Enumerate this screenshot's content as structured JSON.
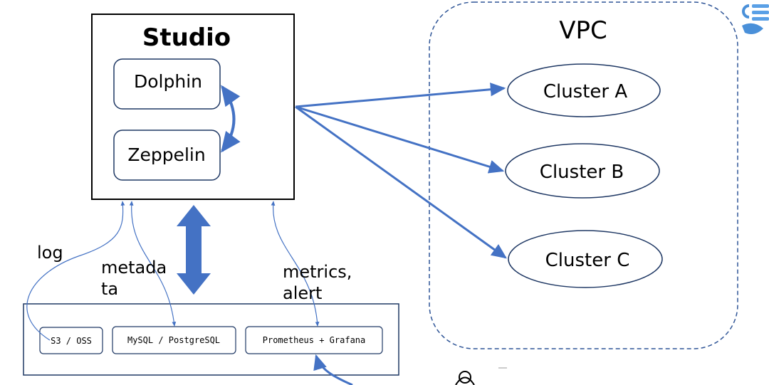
{
  "studio": {
    "title": "Studio",
    "components": [
      {
        "label": "Dolphin"
      },
      {
        "label": "Zeppelin"
      }
    ]
  },
  "vpc": {
    "title": "VPC",
    "clusters": [
      {
        "label": "Cluster A"
      },
      {
        "label": "Cluster B"
      },
      {
        "label": "Cluster C"
      }
    ]
  },
  "storage": {
    "items": [
      {
        "label": "S3 / OSS"
      },
      {
        "label": "MySQL / PostgreSQL"
      },
      {
        "label": "Prometheus + Grafana"
      }
    ]
  },
  "flows": {
    "log": "log",
    "metadata_line1": "metada",
    "metadata_line2": "ta",
    "metrics_line1": "metrics,",
    "metrics_line2": "alert"
  },
  "colors": {
    "arrow_blue": "#4472c4",
    "box_border": "#1f3864",
    "vpc_dash": "#2f5597",
    "outline": "#000000"
  },
  "icons": {
    "corner": "app-logo-icon",
    "bottom": "person-icon"
  }
}
